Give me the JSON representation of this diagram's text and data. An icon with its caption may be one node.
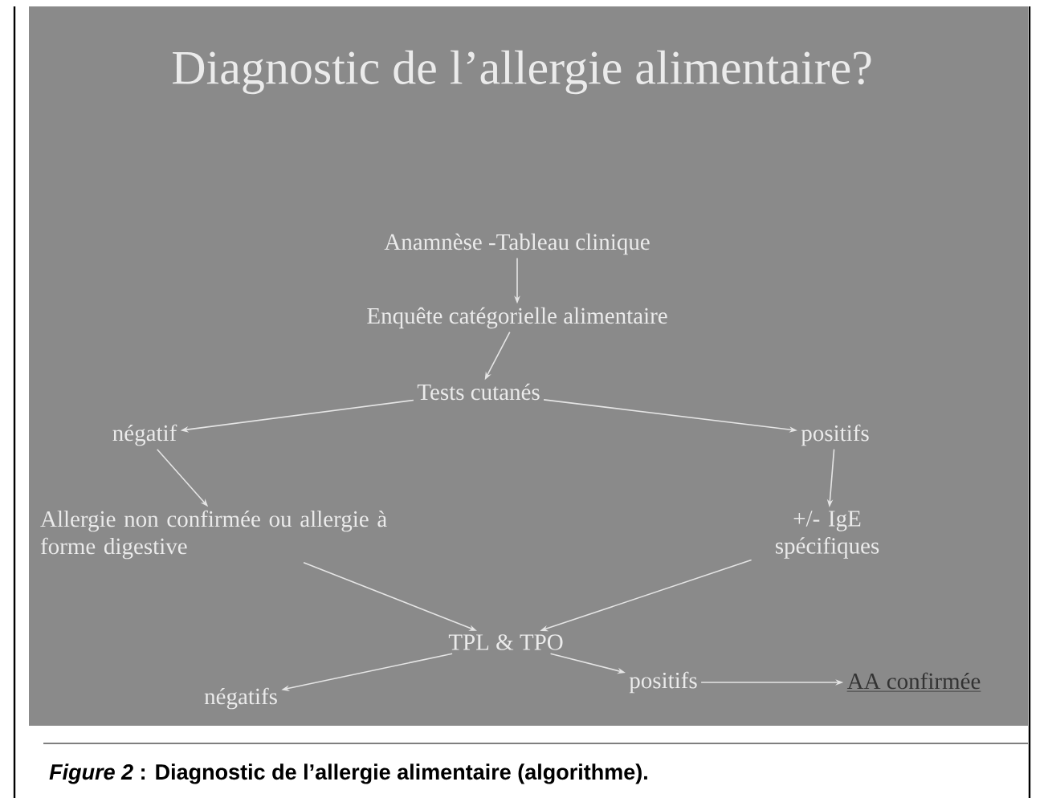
{
  "diagram": {
    "title": "Diagnostic de l’allergie alimentaire?",
    "caption": "*Figure 2* : Diagnostic de l’allergie alimentaire (algorithme).",
    "nodes": [
      {
        "text": [
          "Anamnèse -Tableau clinique"
        ]
      },
      {
        "text": [
          "Enquête catégorielle alimentaire"
        ]
      },
      {
        "text": [
          "Tests cutanés"
        ]
      },
      {
        "text": [
          "négatif"
        ]
      },
      {
        "text": [
          "positifs"
        ]
      },
      {
        "text": [
          "Allergie non confirmée ou allergie à forme digestive"
        ]
      },
      {
        "text": [
          "+/- IgE spécifiques"
        ]
      },
      {
        "text": [
          "TPL & TPO"
        ]
      },
      {
        "text": [
          "négatifs"
        ]
      },
      {
        "text": [
          "positifs"
        ]
      },
      {
        "text": [
          "AA confirmée"
        ]
      }
    ],
    "edges": [
      {
        "from": 0,
        "to": 1,
        "arrow": "to"
      },
      {
        "from": 1,
        "to": 2,
        "arrow": "to"
      },
      {
        "from": 2,
        "to": 3,
        "arrow": "to"
      },
      {
        "from": 2,
        "to": 4,
        "arrow": "to"
      },
      {
        "from": 3,
        "to": 5,
        "arrow": "to"
      },
      {
        "from": 4,
        "to": 6,
        "arrow": "to"
      },
      {
        "from": 5,
        "to": 7,
        "arrow": "to"
      },
      {
        "from": 6,
        "to": 7,
        "arrow": "to"
      },
      {
        "from": 7,
        "to": 8,
        "arrow": "to"
      },
      {
        "from": 7,
        "to": 9,
        "arrow": "to"
      },
      {
        "from": 9,
        "to": 10,
        "arrow": "to"
      }
    ]
  }
}
